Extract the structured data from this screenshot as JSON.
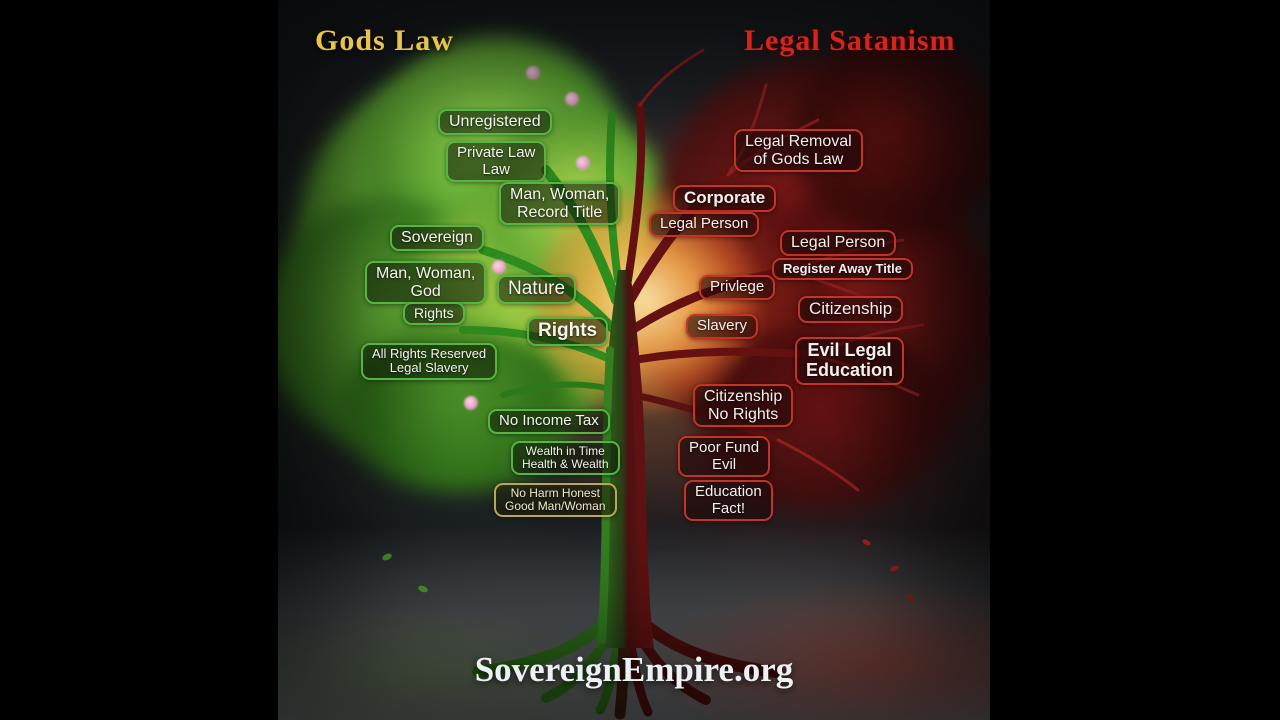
{
  "titles": {
    "left": "Gods Law",
    "right": "Legal Satanism"
  },
  "footer": {
    "site": "SovereignEmpire.org"
  },
  "colors": {
    "title_left": "#e8c44a",
    "title_right": "#d8231b",
    "left_accent": "#55b544",
    "right_accent": "#c43326",
    "gold_accent": "#b8a855",
    "canopy_green": "#6cbf3a",
    "canopy_red": "#7e1717",
    "sun_glow": "#ffb450"
  },
  "labels": {
    "left": [
      {
        "text": "Unregistered"
      },
      {
        "text": "Private Law\nLaw"
      },
      {
        "text": "Man, Woman,\nRecord Title"
      },
      {
        "text": "Sovereign"
      },
      {
        "text": "Man, Woman,\nGod"
      },
      {
        "text": "Rights"
      },
      {
        "text": "Nature"
      },
      {
        "text": "Rights"
      },
      {
        "text": "All Rights Reserved\nLegal Slavery"
      },
      {
        "text": "No Income Tax"
      },
      {
        "text": "Wealth in Time\nHealth & Wealth"
      },
      {
        "text": "No Harm Honest\nGood Man/Woman"
      }
    ],
    "right": [
      {
        "text": "Legal Removal\nof Gods Law"
      },
      {
        "text": "Corporate"
      },
      {
        "text": "Legal Person"
      },
      {
        "text": "Legal Person"
      },
      {
        "text": "Register Away Title"
      },
      {
        "text": "Privlege"
      },
      {
        "text": "Citizenship"
      },
      {
        "text": "Slavery"
      },
      {
        "text": "Evil Legal\nEducation"
      },
      {
        "text": "Citizenship\nNo Rights"
      },
      {
        "text": "Poor Fund\nEvil"
      },
      {
        "text": "Education\nFact!"
      }
    ]
  }
}
